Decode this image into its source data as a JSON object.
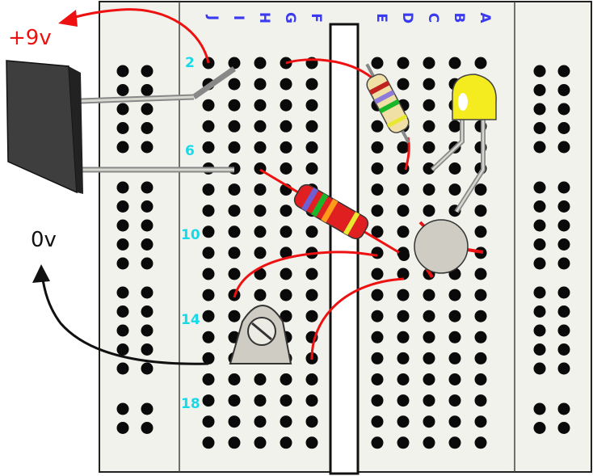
{
  "column_letters": [
    "J",
    "I",
    "H",
    "G",
    "F",
    "E",
    "D",
    "C",
    "B",
    "A"
  ],
  "row_numbers": [
    "2",
    "6",
    "10",
    "14",
    "18"
  ],
  "voltage_labels": {
    "positive": "+9v",
    "ground": "0v"
  },
  "colors": {
    "board": "#f2f2ec",
    "hole": "#0a0a0a",
    "letters": "#3a3af0",
    "row_numbers": "#19d9e8",
    "wire": "#ee1111",
    "positive_label": "#ee1111",
    "ground_label": "#111111",
    "led": "#f4ec1e",
    "component_grey": "#cfcdc3",
    "sensor_body": "#3e3e3e"
  },
  "components": [
    "photoresistor-sensor",
    "resistor-top",
    "resistor-middle",
    "yellow-led",
    "transistor",
    "trim-potentiometer"
  ]
}
